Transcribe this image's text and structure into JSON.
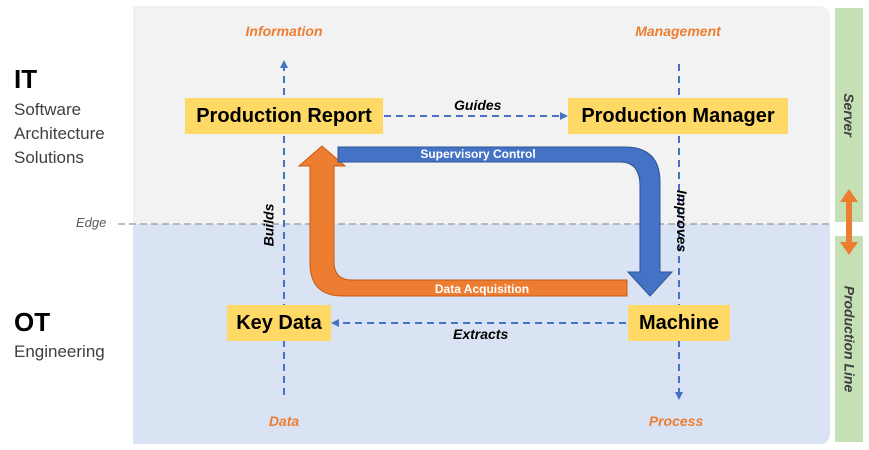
{
  "zones": {
    "it": {
      "title": "IT",
      "subtitle": "Software\nArchitecture\nSolutions"
    },
    "ot": {
      "title": "OT",
      "subtitle": "Engineering"
    },
    "edge_label": "Edge"
  },
  "side": {
    "server": "Server",
    "production_line": "Production Line"
  },
  "axes": {
    "information": "Information",
    "management": "Management",
    "data": "Data",
    "process": "Process"
  },
  "boxes": {
    "production_report": "Production Report",
    "production_manager": "Production Manager",
    "key_data": "Key Data",
    "machine": "Machine"
  },
  "connectors": {
    "guides": "Guides",
    "extracts": "Extracts",
    "builds": "Builds",
    "improves": "Improves",
    "supervisory_control": "Supervisory Control",
    "data_acquisition": "Data Acquisition"
  },
  "colors": {
    "it_zone": "#f2f2f2",
    "ot_zone": "#dae3f3",
    "side_bar": "#c5e0b4",
    "box": "#ffd966",
    "orange": "#ed7d31",
    "blue": "#4472c4"
  }
}
